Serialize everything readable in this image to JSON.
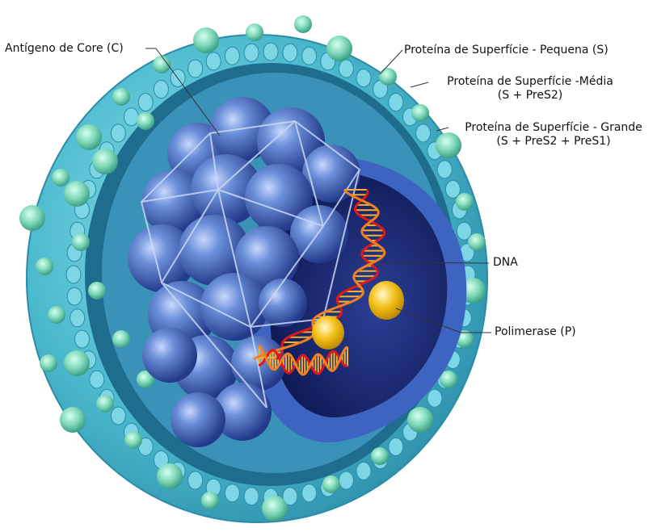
{
  "labels": {
    "core_antigen": "Antígeno de Core (C)",
    "surface_small": "Proteína de Superfície - Pequena (S)",
    "surface_medium": "Proteína de Superfície -Média",
    "surface_medium_sub": "(S + PreS2)",
    "surface_large": "Proteína de Superfície - Grande",
    "surface_large_sub": "(S + PreS2 + PreS1)",
    "dna": "DNA",
    "polymerase": "Polimerase (P)"
  },
  "colors": {
    "envelope": "#5cc8d8",
    "envelope_dark": "#2f9cb4",
    "surface_protein": "#7fd8b8",
    "capsid": "#4a6fc0",
    "capsid_dark": "#1f2f7a",
    "interior": "#1a2a70",
    "dna_orange": "#f08020",
    "dna_red": "#e01818",
    "polymerase": "#f4c21c",
    "background": "#ffffff"
  }
}
